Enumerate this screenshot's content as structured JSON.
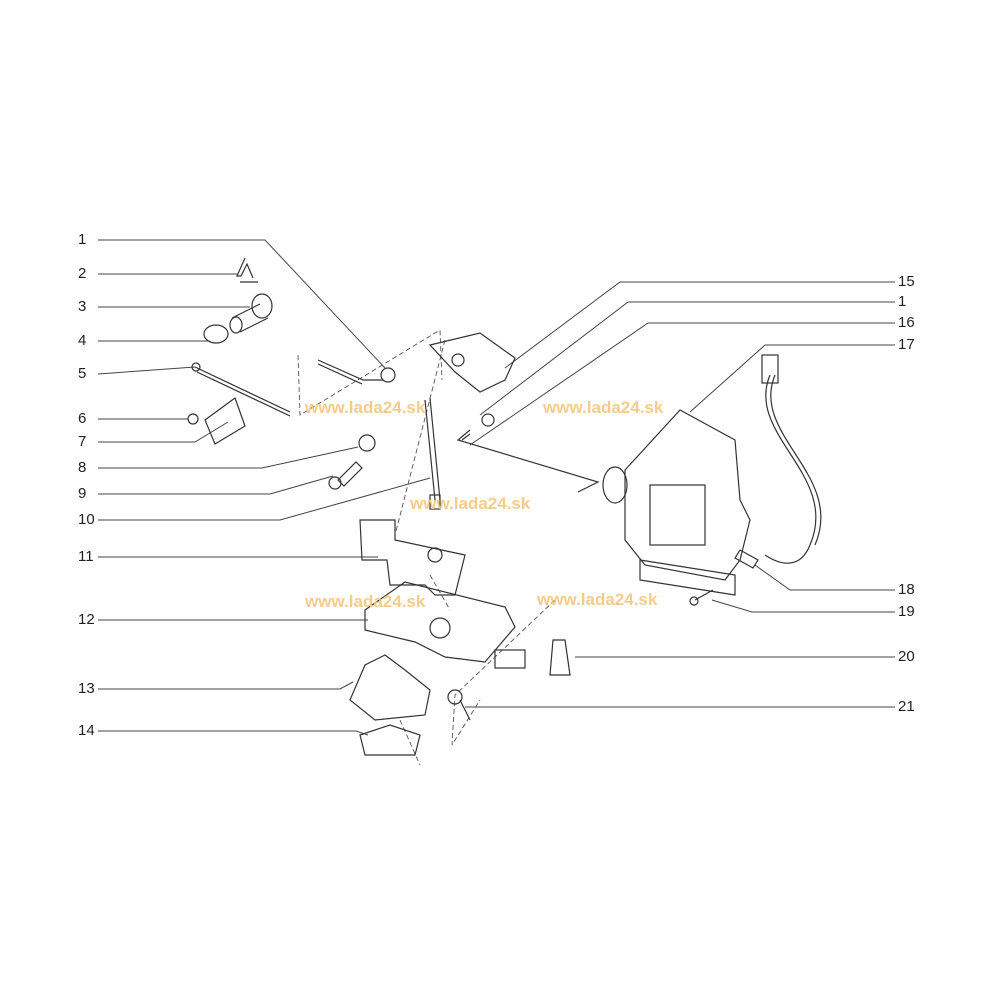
{
  "watermark": "www.lada24.sk",
  "watermark_color": "#f5c77e",
  "callouts_left": [
    "1",
    "2",
    "3",
    "4",
    "5",
    "6",
    "7",
    "8",
    "9",
    "10",
    "11",
    "12",
    "13",
    "14"
  ],
  "callouts_right": [
    "15",
    "1",
    "16",
    "17",
    "18",
    "19",
    "20",
    "21"
  ]
}
